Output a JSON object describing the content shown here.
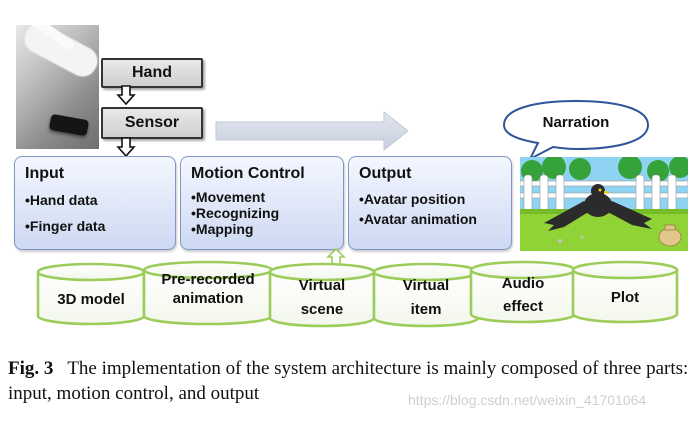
{
  "boxes": {
    "hand": "Hand",
    "sensor": "Sensor",
    "narration": "Narration"
  },
  "input": {
    "title": "Input",
    "items": [
      "•Hand data",
      "•Finger data"
    ]
  },
  "motion_control": {
    "title": "Motion Control",
    "items": [
      "•Movement",
      "•Recognizing",
      "•Mapping"
    ]
  },
  "output": {
    "title": "Output",
    "items": [
      "•Avatar position",
      "•Avatar animation"
    ]
  },
  "databases": [
    {
      "line1": "3D model",
      "line2": ""
    },
    {
      "line1": "Pre-recorded",
      "line2": "animation"
    },
    {
      "line1": "Virtual",
      "line2": "scene"
    },
    {
      "line1": "Virtual",
      "line2": "item"
    },
    {
      "line1": "Audio",
      "line2": "effect"
    },
    {
      "line1": "Plot",
      "line2": ""
    }
  ],
  "caption": {
    "fig_label": "Fig. 3",
    "text": "The implementation of the system architecture is mainly composed of three parts: input, motion control, and output"
  },
  "watermark": "https://blog.csdn.net/weixin_41701064",
  "colors": {
    "box_border_blue": "#7f96c6",
    "box_fill_blue": "#cdd8f2",
    "cylinder_stroke": "#9ccc5a",
    "arrow_fill": "#d6dbe8"
  }
}
